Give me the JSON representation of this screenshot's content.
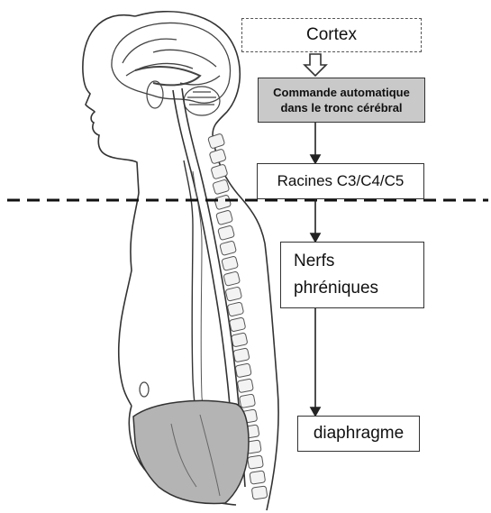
{
  "boxes": {
    "cortex": "Cortex",
    "commande_line1": "Commande automatique",
    "commande_line2": "dans le tronc cérébral",
    "racines": "Racines C3/C4/C5",
    "nerfs_line1": "Nerfs",
    "nerfs_line2": "phréniques",
    "diaphragme": "diaphragme"
  },
  "colors": {
    "highlight_box": "#c9c9c9",
    "diaphragm_fill": "#b4b4b4",
    "lines": "#222222"
  }
}
